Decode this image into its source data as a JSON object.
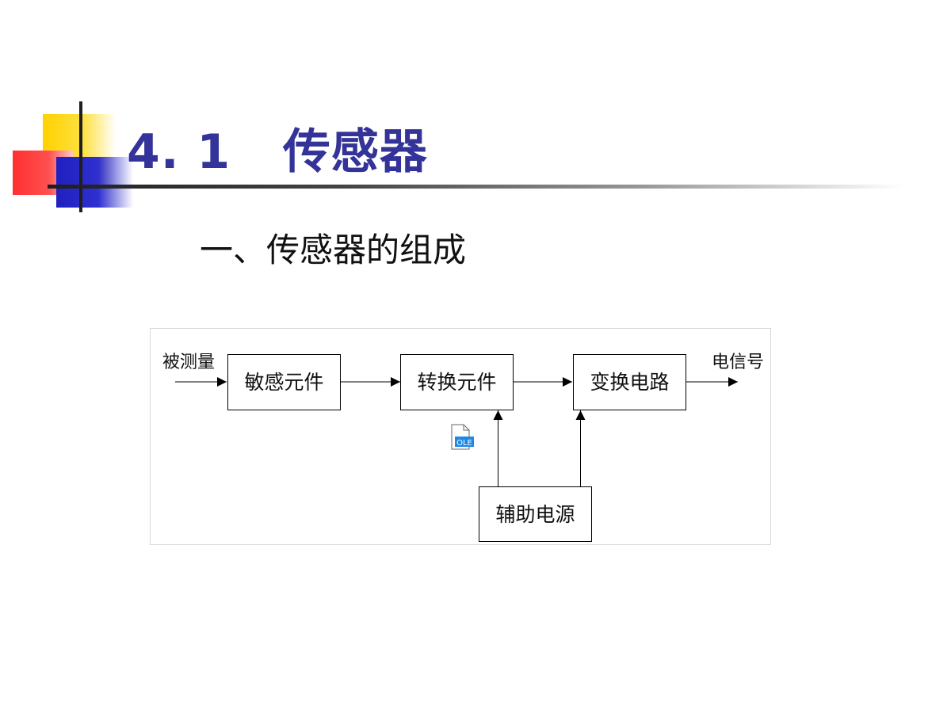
{
  "slide": {
    "title": "4. 1   传感器",
    "subtitle": "一、传感器的组成"
  },
  "diagram": {
    "input_label": "被测量",
    "output_label": "电信号",
    "blocks": {
      "sensitive": "敏感元件",
      "conversion": "转换元件",
      "circuit": "变换电路",
      "power": "辅助电源"
    },
    "ole_icon_text": "OLE"
  },
  "colors": {
    "title": "#333399",
    "deco_yellow": "#ffd200",
    "deco_red": "#ff3030",
    "deco_blue": "#2020c0",
    "ole_badge": "#1e88e5"
  }
}
